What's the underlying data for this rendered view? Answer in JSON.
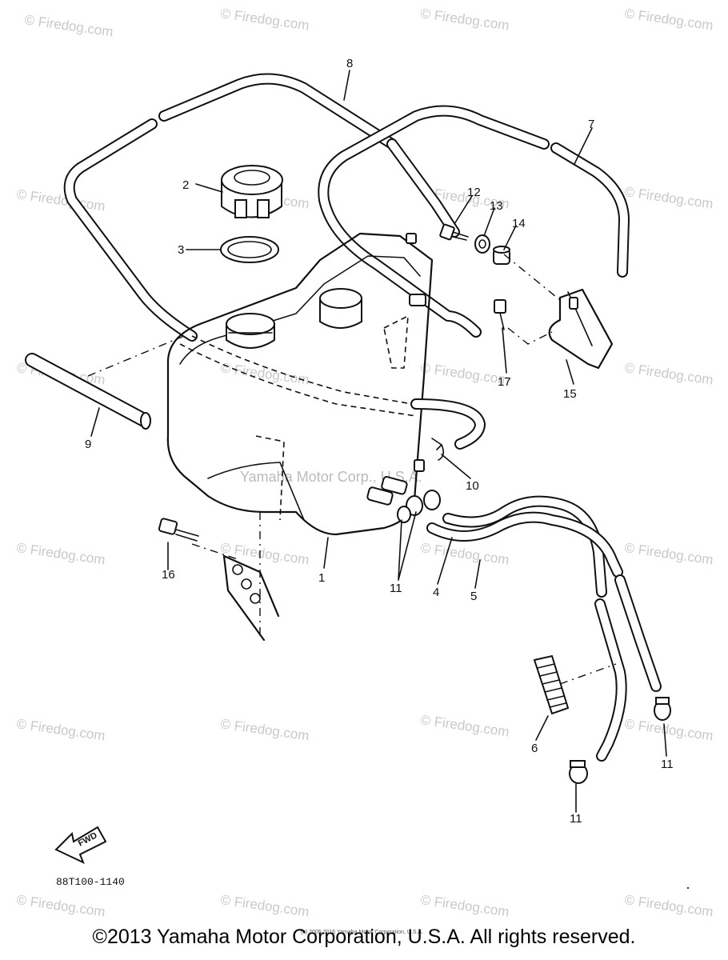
{
  "watermark": "© Firedog.com",
  "center_watermark": "Yamaha Motor Corp., U.S.A.",
  "part_numbers": [
    "1",
    "2",
    "3",
    "4",
    "5",
    "6",
    "7",
    "8",
    "9",
    "10",
    "11",
    "11",
    "11",
    "12",
    "13",
    "14",
    "15",
    "16",
    "17"
  ],
  "fwd_label": "FWD",
  "diagram_code": "88T100-1140",
  "small_copyright": "(c) 2005 2016 Yamaha Motor Corporation, U.S.A.",
  "copyright": "©2013 Yamaha Motor Corporation, U.S.A. All rights reserved."
}
